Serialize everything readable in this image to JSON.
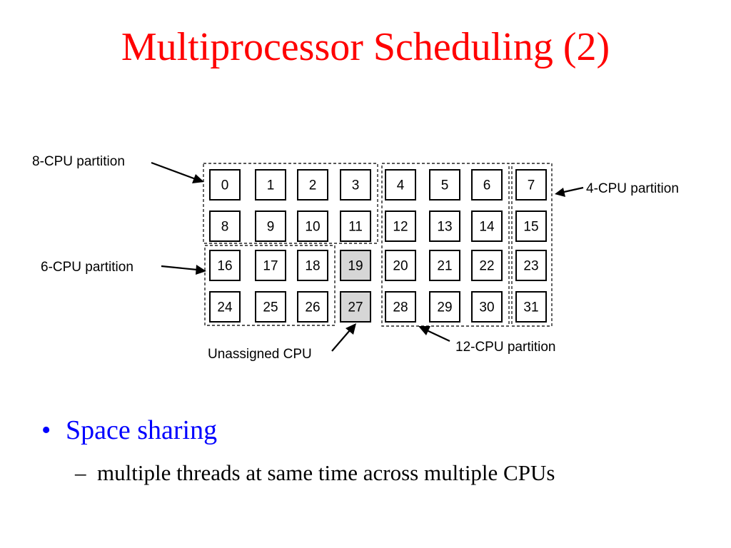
{
  "slide": {
    "title": "Multiprocessor Scheduling (2)",
    "title_color": "#ff0000",
    "bullet_color": "#0000ff",
    "unassigned_fill": "#d6d6d6"
  },
  "diagram": {
    "cpus": [
      [
        "0",
        "1",
        "2",
        "3",
        "4",
        "5",
        "6",
        "7"
      ],
      [
        "8",
        "9",
        "10",
        "11",
        "12",
        "13",
        "14",
        "15"
      ],
      [
        "16",
        "17",
        "18",
        "19",
        "20",
        "21",
        "22",
        "23"
      ],
      [
        "24",
        "25",
        "26",
        "27",
        "28",
        "29",
        "30",
        "31"
      ]
    ],
    "unassigned": [
      "19",
      "27"
    ],
    "labels": {
      "p8": "8-CPU partition",
      "p4": "4-CPU partition",
      "p6": "6-CPU partition",
      "p12": "12-CPU partition",
      "unassigned": "Unassigned CPU"
    }
  },
  "bullets": [
    {
      "marker": "•",
      "text": "Space sharing",
      "sub": [
        {
          "marker": "–",
          "text": "multiple threads at same time across multiple CPUs"
        }
      ]
    }
  ]
}
